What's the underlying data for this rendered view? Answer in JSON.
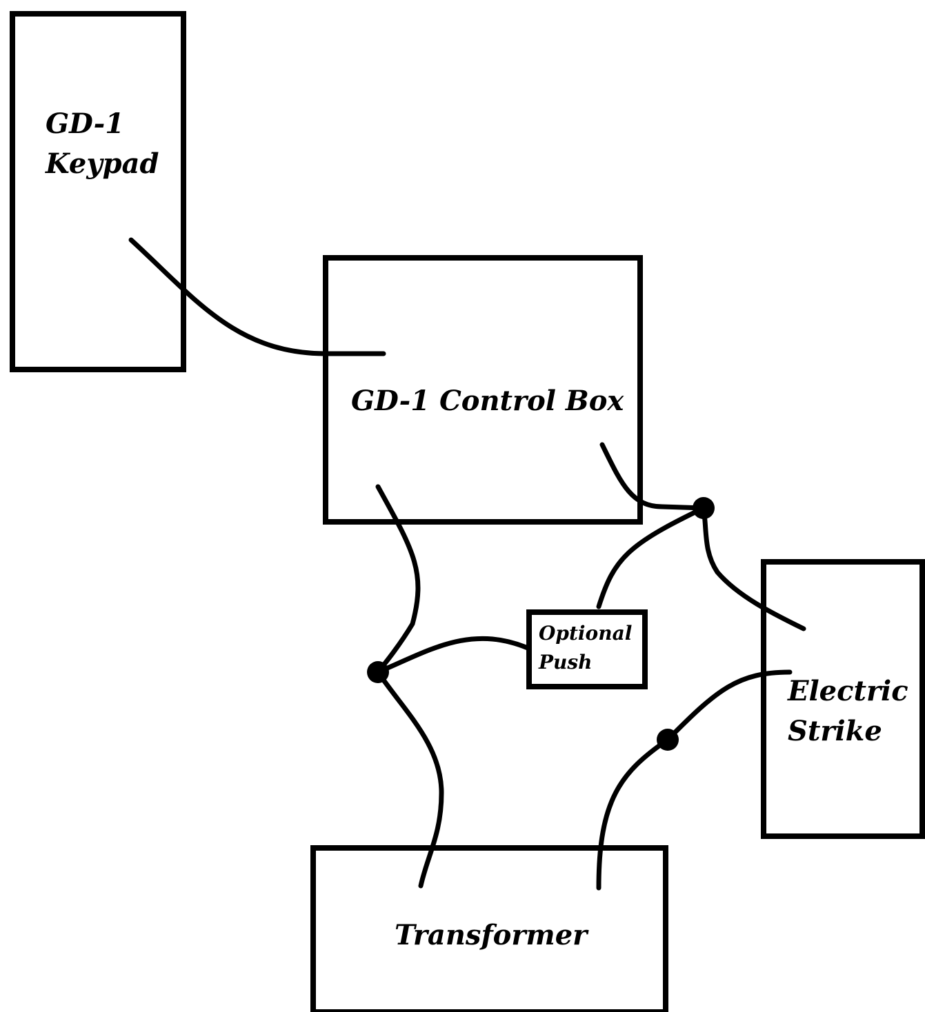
{
  "diagram": {
    "components": {
      "keypad": {
        "line1": "GD-1",
        "line2": "Keypad"
      },
      "control_box": {
        "label": "GD-1 Control Box"
      },
      "push_button": {
        "line1": "Optional",
        "line2": "Push"
      },
      "electric_strike": {
        "line1": "Electric",
        "line2": "Strike"
      },
      "transformer": {
        "label": "Transformer"
      }
    },
    "colors": {
      "stroke": "#000000",
      "background": "#ffffff"
    }
  }
}
